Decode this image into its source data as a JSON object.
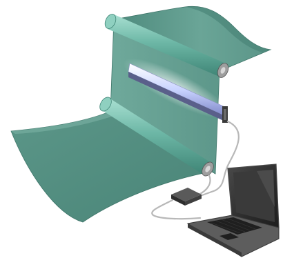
{
  "illustration": {
    "components": [
      {
        "id": "web-film",
        "icon": "film-sheet"
      },
      {
        "id": "upper-roller",
        "icon": "roller"
      },
      {
        "id": "lower-roller",
        "icon": "roller"
      },
      {
        "id": "light-bar",
        "icon": "led-bar"
      },
      {
        "id": "controller",
        "icon": "control-box"
      },
      {
        "id": "laptop",
        "icon": "laptop"
      }
    ],
    "colors": {
      "film": "#5f9a8c",
      "film_dark": "#3f7a6e",
      "roller": "#7fc4b4",
      "light": "#e8eeff",
      "device": "#3a3a3a",
      "cable": "#b8b8b8"
    }
  }
}
